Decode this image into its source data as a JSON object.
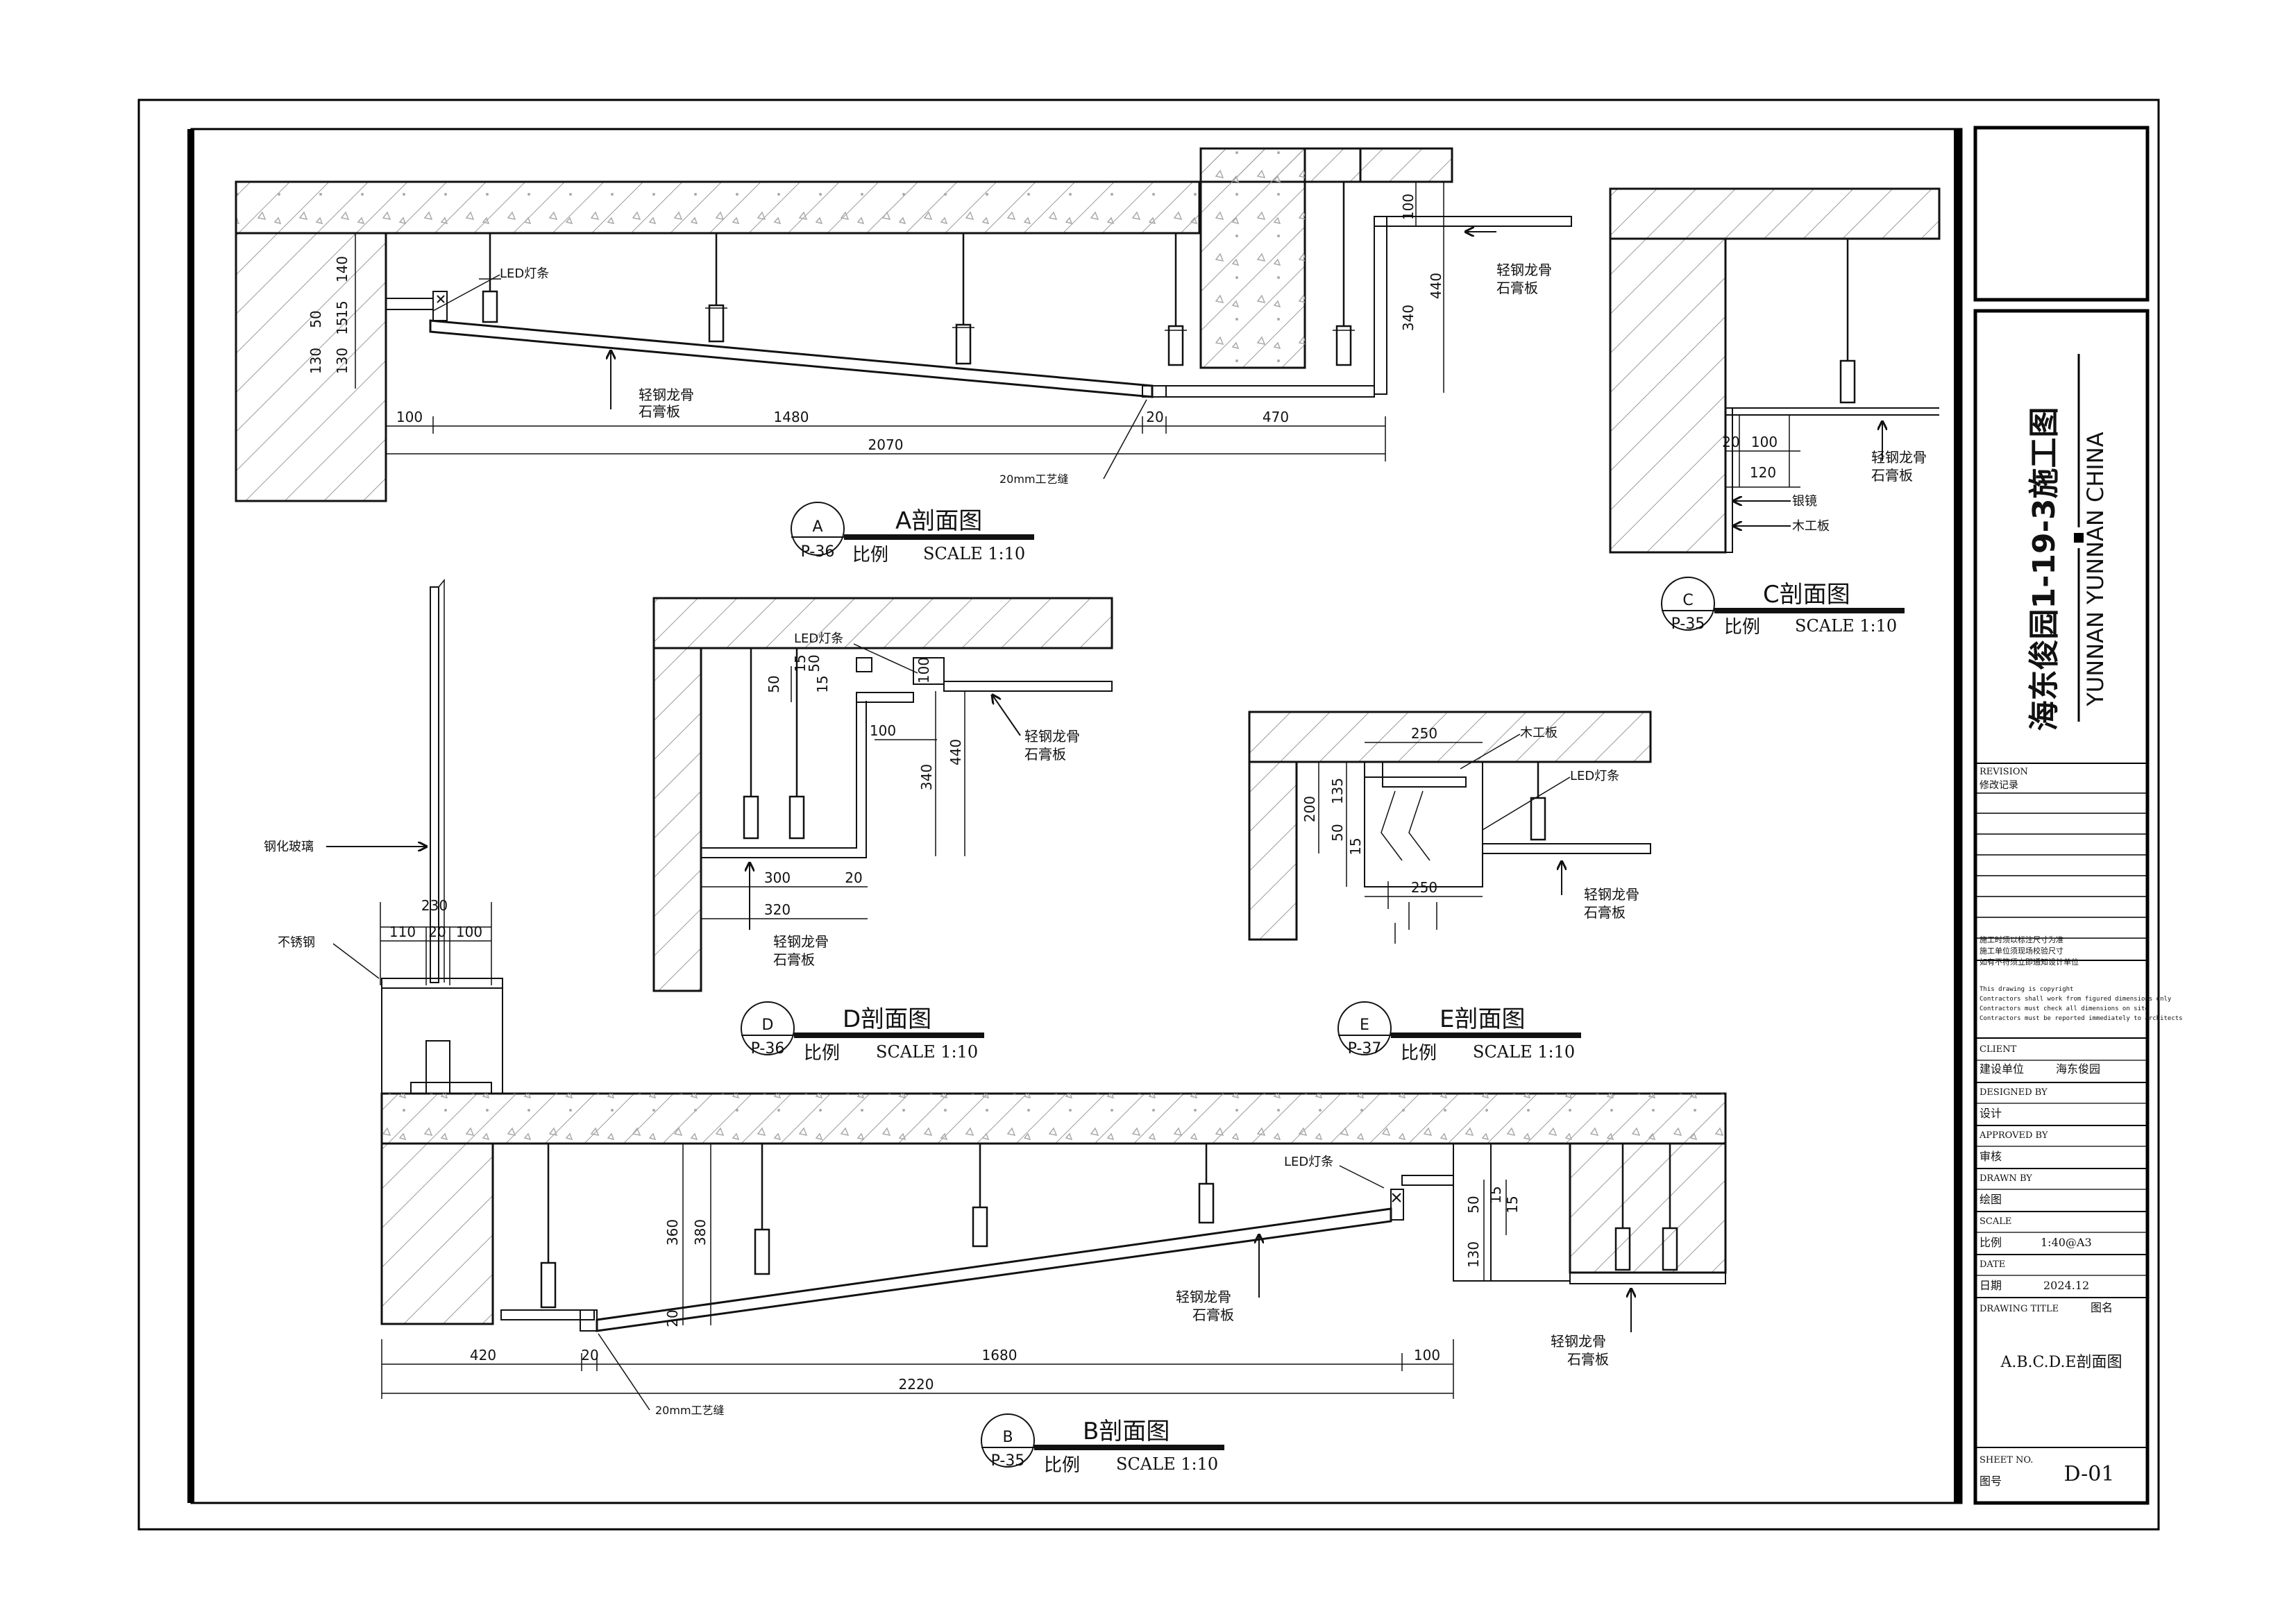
{
  "project": {
    "title_cn": "海东俊园1-19-3施工图",
    "title_en": "YUNNAN YUNNAN CHINA"
  },
  "title_block": {
    "revision_en": "REVISION",
    "revision_cn": "修改记录",
    "notes": [
      "施工时须以标注尺寸为准",
      "施工单位须现场校验尺寸",
      "如有不符须立即通知设计单位",
      "This drawing is copyright",
      "Contractors shall work from figured dimensions only",
      "Contractors must check all dimensions on site",
      "Contractors must be reported immediately to architects"
    ],
    "client_en": "CLIENT",
    "client_cn": "建设单位",
    "client_value": "海东俊园",
    "designed_en": "DESIGNED BY",
    "designed_cn": "设计",
    "approved_en": "APPROVED BY",
    "approved_cn": "审核",
    "drawn_en": "DRAWN BY",
    "drawn_cn": "绘图",
    "scale_en": "SCALE",
    "scale_cn": "比例",
    "scale_value": "1:40@A3",
    "date_en": "DATE",
    "date_cn": "日期",
    "date_value": "2024.12",
    "drawing_title_en": "DRAWING TITLE",
    "drawing_title_cn": "图名",
    "drawing_title_value": "A.B.C.D.E剖面图",
    "sheet_en": "SHEET NO.",
    "sheet_cn": "图号",
    "sheet_value": "D-01"
  },
  "sections": {
    "A": {
      "letter": "A",
      "ref": "P-36",
      "title": "A剖面图",
      "ratio": "比例",
      "scale": "SCALE 1:10"
    },
    "B": {
      "letter": "B",
      "ref": "P-35",
      "title": "B剖面图",
      "ratio": "比例",
      "scale": "SCALE 1:10"
    },
    "C": {
      "letter": "C",
      "ref": "P-35",
      "title": "C剖面图",
      "ratio": "比例",
      "scale": "SCALE 1:10"
    },
    "D": {
      "letter": "D",
      "ref": "P-36",
      "title": "D剖面图",
      "ratio": "比例",
      "scale": "SCALE 1:10"
    },
    "E": {
      "letter": "E",
      "ref": "P-37",
      "title": "E剖面图",
      "ratio": "比例",
      "scale": "SCALE 1:10"
    }
  },
  "labels": {
    "led": "LED灯条",
    "keel": "轻钢龙骨",
    "gypsum": "石膏板",
    "gap": "20mm工艺缝",
    "silver_mirror": "银镜",
    "wood_board": "木工板",
    "tempered_glass": "钢化玻璃",
    "stainless": "不锈钢"
  },
  "dims": {
    "a_100": "100",
    "a_1480": "1480",
    "a_20": "20",
    "a_470": "470",
    "a_2070": "2070",
    "a_140": "140",
    "a_50": "50",
    "a_15a": "15",
    "a_15b": "15",
    "a_130a": "130",
    "a_130b": "130",
    "a_top100": "100",
    "a_340": "340",
    "a_440": "440",
    "c_20": "20",
    "c_100": "100",
    "c_120": "120",
    "d_50": "50",
    "d_15a": "15",
    "d_50b": "50",
    "d_15b": "15",
    "d_100v": "100",
    "d_100h": "100",
    "d_340": "340",
    "d_440": "440",
    "d_300": "300",
    "d_20": "20",
    "d_320": "320",
    "e_250a": "250",
    "e_200": "200",
    "e_135": "135",
    "e_50": "50",
    "e_15": "15",
    "e_250b": "250",
    "g_230": "230",
    "g_110": "110",
    "g_20": "20",
    "g_100": "100",
    "b_360": "360",
    "b_380": "380",
    "b_20v": "20",
    "b_420": "420",
    "b_20": "20",
    "b_1680": "1680",
    "b_100": "100",
    "b_2220": "2220",
    "b_50": "50",
    "b_15a": "15",
    "b_15b": "15",
    "b_130": "130"
  },
  "colors": {
    "line": "#111111",
    "hatch": "#9a9a9a",
    "frame": "#000000"
  }
}
